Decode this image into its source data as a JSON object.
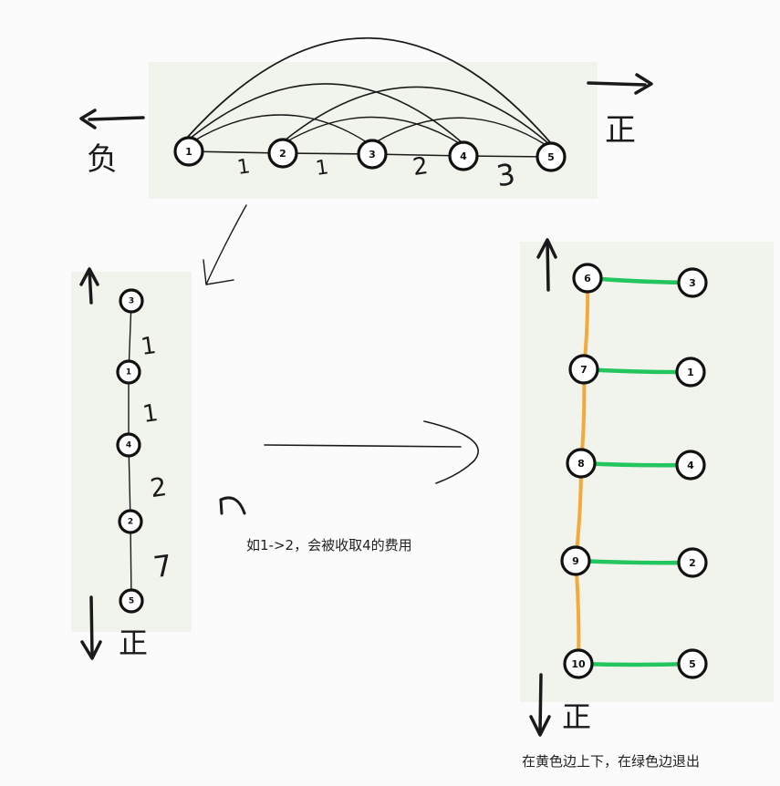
{
  "colors": {
    "panel": "#f1f4ec",
    "yellow_edge": "#f5a93b",
    "green_edge": "#22c55e",
    "ink": "#1a1a1a"
  },
  "top_graph": {
    "nodes": [
      "1",
      "2",
      "3",
      "4",
      "5"
    ],
    "edge_weights": [
      "1",
      "1",
      "2",
      "3"
    ],
    "left_label": "负",
    "right_label": "正"
  },
  "left_chain": {
    "nodes": [
      "3",
      "1",
      "4",
      "2",
      "5"
    ],
    "edge_weights": [
      "1",
      "1",
      "2",
      "7"
    ],
    "bottom_label": "正"
  },
  "right_graph": {
    "chain_nodes": [
      "6",
      "7",
      "8",
      "9",
      "10"
    ],
    "leaf_nodes": [
      "3",
      "1",
      "4",
      "2",
      "5"
    ],
    "bottom_label": "正"
  },
  "captions": {
    "middle": "如1->2，会被收取4的费用",
    "bottom": "在黄色边上下，在绿色边退出"
  }
}
